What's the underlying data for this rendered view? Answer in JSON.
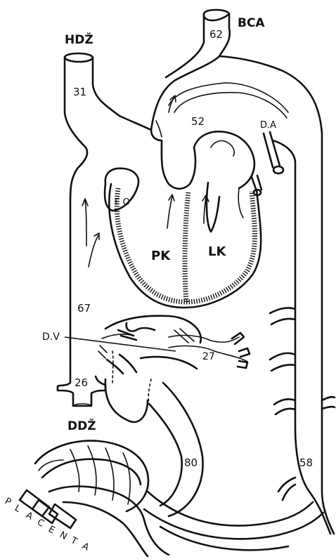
{
  "labels": {
    "svc": "HDŽ",
    "bca": "BCA",
    "ivc": "DDŽ",
    "fo": "F O",
    "da": "D.A",
    "dv": "D.V",
    "pk": "PK",
    "lk": "LK",
    "placenta": [
      "P",
      "L",
      "A",
      "C",
      "E",
      "N",
      "T",
      "A"
    ]
  },
  "values": {
    "v31": "31",
    "v62": "62",
    "v52": "52",
    "v67": "67",
    "v27": "27",
    "v26": "26",
    "v80": "80",
    "v58": "58"
  }
}
